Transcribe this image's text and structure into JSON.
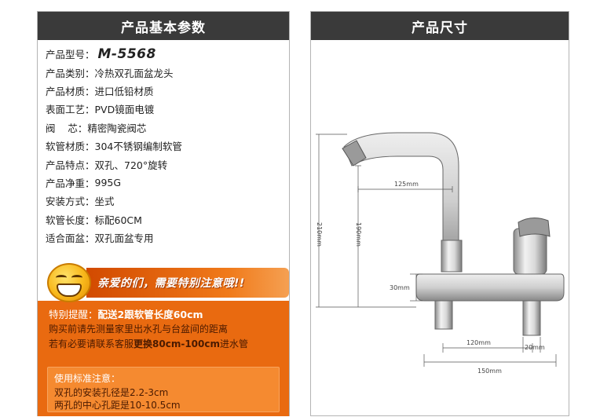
{
  "left_panel": {
    "title": "产品基本参数",
    "specs": [
      {
        "label": "产品型号：",
        "value": "M-5568"
      },
      {
        "label": "产品类别：",
        "value": "冷热双孔面盆龙头"
      },
      {
        "label": "产品材质：",
        "value": "进口低铅材质"
      },
      {
        "label": "表面工艺：",
        "value": "PVD镜面电镀"
      },
      {
        "label": "阀    芯：",
        "value": "精密陶瓷阀芯"
      },
      {
        "label": "软管材质：",
        "value": "304不锈钢编制软管"
      },
      {
        "label": "产品特点：",
        "value": "双孔、720°旋转"
      },
      {
        "label": "产品净重：",
        "value": "995G"
      },
      {
        "label": "安装方式：",
        "value": "坐式"
      },
      {
        "label": "软管长度：",
        "value": "标配60CM"
      },
      {
        "label": "适合面盆：",
        "value": "双孔面盆专用"
      }
    ],
    "notice": {
      "banner": "亲爱的们，需要特别注意哦!!",
      "reminder_label": "特别提醒：",
      "reminder_text": "配送2跟软管长度60cm",
      "measure_text": "购买前请先测量家里出水孔与台盆间的距离",
      "contact_prefix": "若有必要请联系客服",
      "contact_bold": "更换80cm-100cm",
      "contact_suffix": "进水管",
      "usage_title": "使用标准注意：",
      "usage_items": [
        "双孔的安装孔径是2.2-3cm",
        "两孔的中心孔距是10-10.5cm"
      ]
    }
  },
  "right_panel": {
    "title": "产品尺寸",
    "dimensions": {
      "spout_reach": "125mm",
      "total_height": "210mm",
      "spout_height": "190mm",
      "base_height": "30mm",
      "hole_spacing": "120mm",
      "pipe_diameter": "20mm",
      "base_width": "150mm"
    }
  },
  "colors": {
    "header_bg": "#3a3a3a",
    "notice_bg": "#e96a10",
    "usage_box_bg": "#f58a30"
  }
}
